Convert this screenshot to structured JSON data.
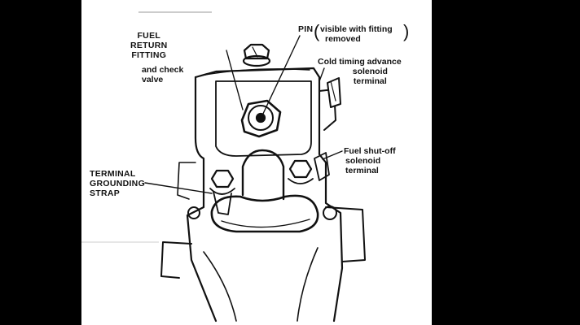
{
  "labels": {
    "fuel_return": {
      "line1": "FUEL",
      "line2": "RETURN",
      "line3": "FITTING",
      "line4": "and check",
      "line5": "valve"
    },
    "pin": {
      "prefix": "PIN",
      "paren_open": "(",
      "line1": "visible with fitting",
      "line2": "removed",
      "paren_close": ")"
    },
    "cold_timing": {
      "line1": "Cold timing advance",
      "line2": "solenoid",
      "line3": "terminal"
    },
    "fuel_shutoff": {
      "line1": "Fuel shut-off",
      "line2": "solenoid",
      "line3": "terminal"
    },
    "grounding": {
      "line1": "TERMINAL",
      "line2": "GROUNDING",
      "line3": "STRAP"
    }
  },
  "colors": {
    "ink": "#111111",
    "paper": "#ffffff",
    "letterbox": "#000000"
  }
}
